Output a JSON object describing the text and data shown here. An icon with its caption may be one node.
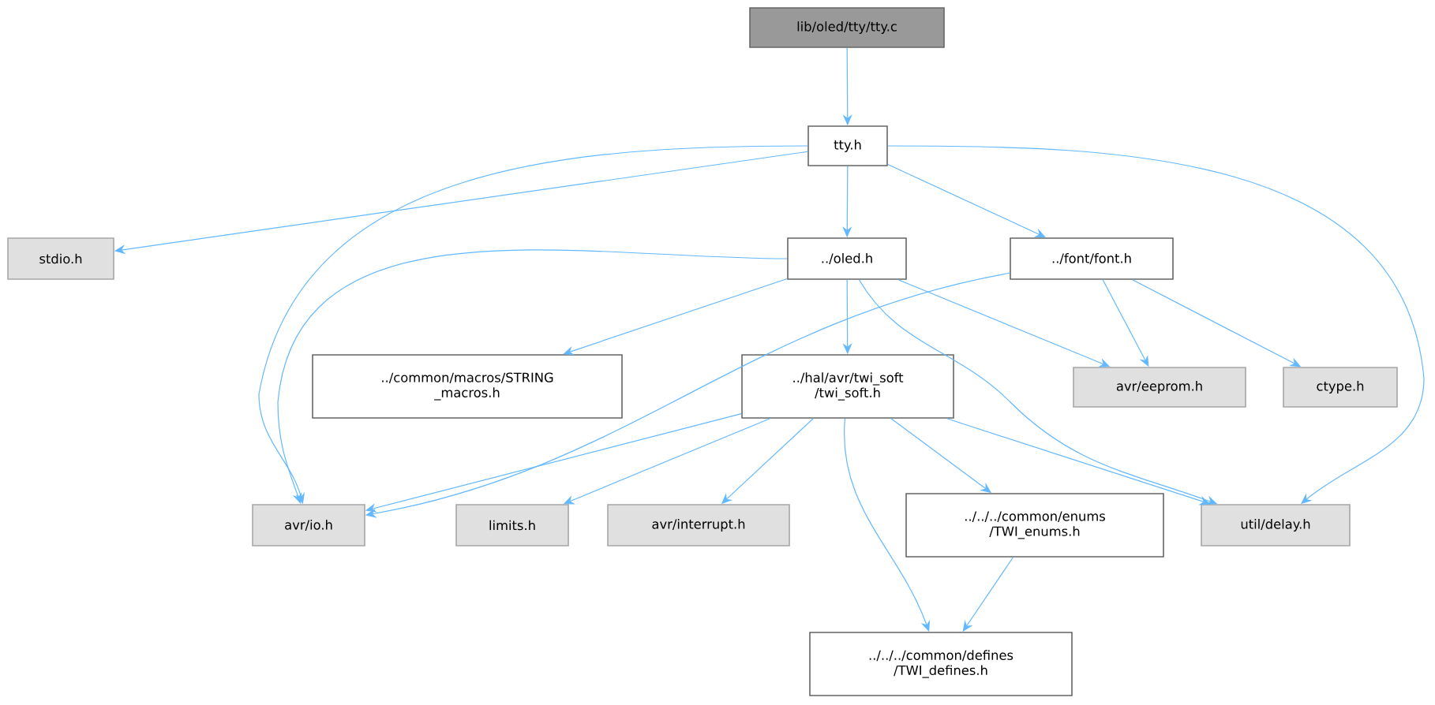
{
  "diagram": {
    "nodes": [
      {
        "text": [
          "lib/oled/tty/tty.c"
        ]
      },
      {
        "text": [
          "tty.h"
        ]
      },
      {
        "text": [
          "stdio.h"
        ]
      },
      {
        "text": [
          "../oled.h"
        ]
      },
      {
        "text": [
          "../font/font.h"
        ]
      },
      {
        "text": [
          "../common/macros/STRING _macros.h"
        ]
      },
      {
        "text": [
          "../hal/avr/twi_soft /twi_soft.h"
        ]
      },
      {
        "text": [
          "avr/eeprom.h"
        ]
      },
      {
        "text": [
          "ctype.h"
        ]
      },
      {
        "text": [
          "avr/io.h"
        ]
      },
      {
        "text": [
          "limits.h"
        ]
      },
      {
        "text": [
          "avr/interrupt.h"
        ]
      },
      {
        "text": [
          "../../../common/enums /TWI_enums.h"
        ]
      },
      {
        "text": [
          "util/delay.h"
        ]
      },
      {
        "text": [
          "../../../common/defines /TWI_defines.h"
        ]
      }
    ],
    "edges": [
      {
        "from": 0,
        "to": 1,
        "arrow": "to"
      },
      {
        "from": 1,
        "to": 2,
        "arrow": "to"
      },
      {
        "from": 1,
        "to": 9,
        "arrow": "to"
      },
      {
        "from": 1,
        "to": 3,
        "arrow": "to"
      },
      {
        "from": 1,
        "to": 4,
        "arrow": "to"
      },
      {
        "from": 1,
        "to": 13,
        "arrow": "to"
      },
      {
        "from": 3,
        "to": 9,
        "arrow": "to"
      },
      {
        "from": 3,
        "to": 5,
        "arrow": "to"
      },
      {
        "from": 3,
        "to": 6,
        "arrow": "to"
      },
      {
        "from": 3,
        "to": 7,
        "arrow": "to"
      },
      {
        "from": 3,
        "to": 13,
        "arrow": "to"
      },
      {
        "from": 4,
        "to": 9,
        "arrow": "to"
      },
      {
        "from": 4,
        "to": 7,
        "arrow": "to"
      },
      {
        "from": 4,
        "to": 8,
        "arrow": "to"
      },
      {
        "from": 6,
        "to": 9,
        "arrow": "to"
      },
      {
        "from": 6,
        "to": 10,
        "arrow": "to"
      },
      {
        "from": 6,
        "to": 11,
        "arrow": "to"
      },
      {
        "from": 6,
        "to": 14,
        "arrow": "to"
      },
      {
        "from": 6,
        "to": 12,
        "arrow": "to"
      },
      {
        "from": 6,
        "to": 13,
        "arrow": "to"
      },
      {
        "from": 12,
        "to": 14,
        "arrow": "to"
      }
    ]
  }
}
